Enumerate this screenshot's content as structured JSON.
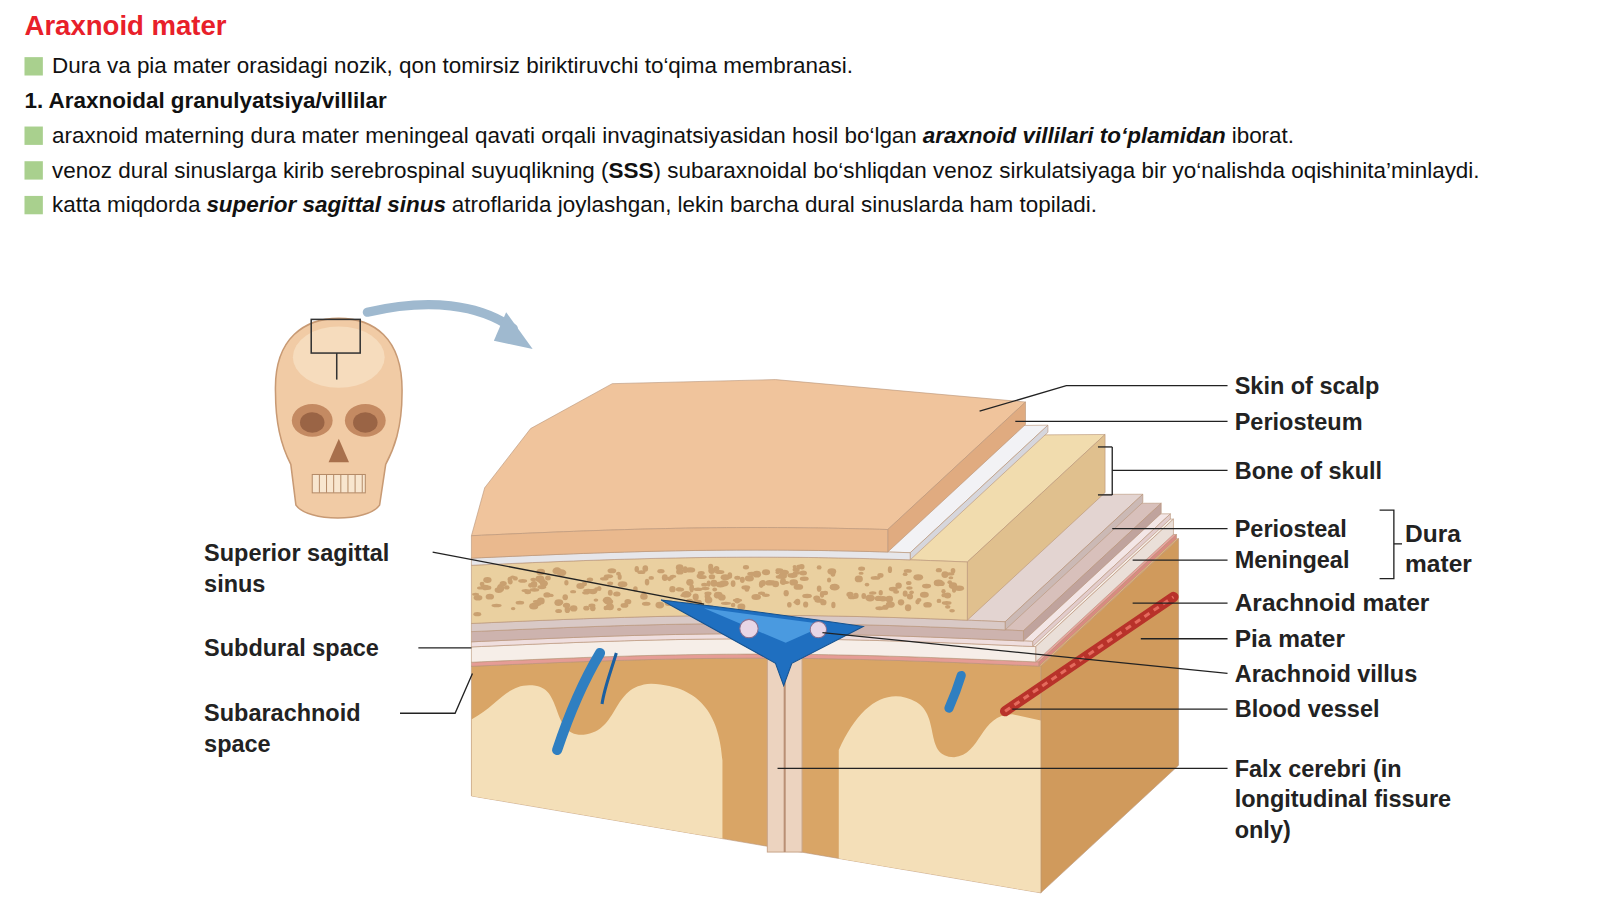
{
  "diagram": {
    "title": "Araxnoid mater",
    "labels": [
      "Dura va pia mater orasidagi nozik, qon tomirsiz biriktiruvchi to‘qima membranasi.",
      "1. Araxnoidal granulyatsiya/villilar",
      "araxnoid materning dura mater meningeal qavati orqali invaginatsiyasidan hosil bo‘lgan",
      "araxnoid villilari to‘plamidan",
      "iborat.",
      "venoz dural sinuslarga kirib serebrospinal suyuqlikning (",
      "SSS",
      ") subaraxnoidal bo‘shliqdan venoz sirkulatsiyaga bir yo‘nalishda oqishinita’minlaydi.",
      "katta miqdorda",
      "superior sagittal sinus",
      "atroflarida joylashgan, lekin barcha dural sinuslarda ham topiladi.",
      "Skin of scalp",
      "Periosteum",
      "Bone of skull",
      "Periosteal",
      "Meningeal",
      "Dura mater",
      "Arachnoid mater",
      "Pia mater",
      "Arachnoid villus",
      "Blood vessel",
      "Falx cerebri (in longitudinal fissure only)",
      "Superior sagittal sinus",
      "Subdural space",
      "Subarachnoid space"
    ]
  }
}
